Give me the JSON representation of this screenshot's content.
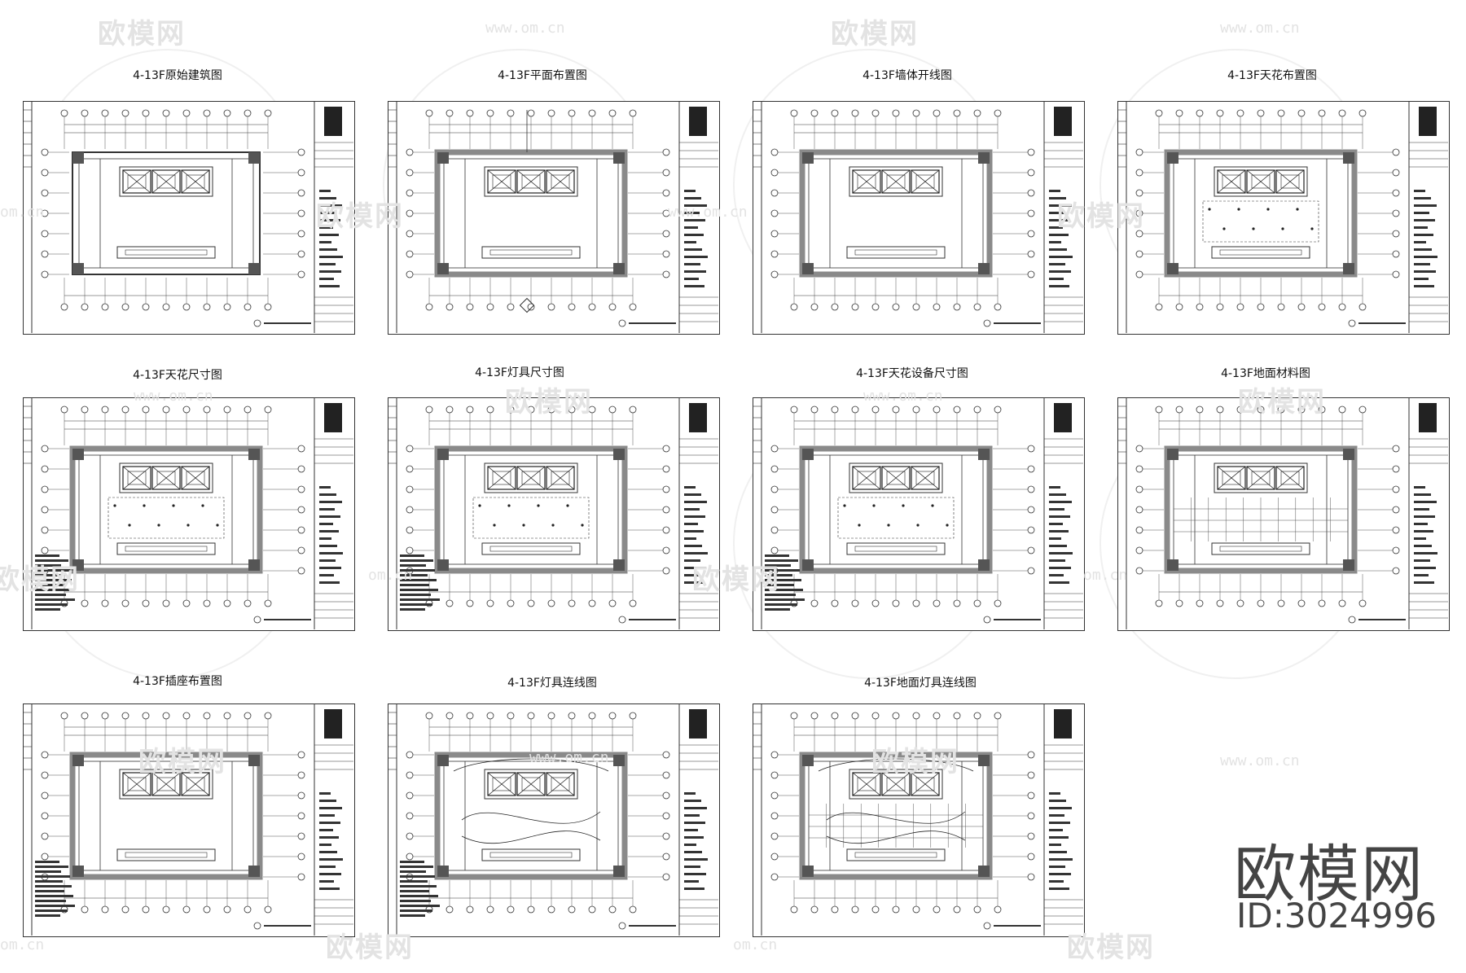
{
  "watermark": {
    "logo_text": "欧模网",
    "url_text": "www.om.cn",
    "url_short": "om.cn"
  },
  "sheets": [
    {
      "title": "4-13F原始建筑图"
    },
    {
      "title": "4-13F平面布置图"
    },
    {
      "title": "4-13F墙体开线图"
    },
    {
      "title": "4-13F天花布置图"
    },
    {
      "title": "4-13F天花尺寸图"
    },
    {
      "title": "4-13F灯具尺寸图"
    },
    {
      "title": "4-13F天花设备尺寸图"
    },
    {
      "title": "4-13F地面材料图"
    },
    {
      "title": "4-13F插座布置图"
    },
    {
      "title": "4-13F灯具连线图"
    },
    {
      "title": "4-13F地面灯具连线图"
    }
  ],
  "brand": {
    "name": "欧模网",
    "id_text": "ID:3024996"
  }
}
